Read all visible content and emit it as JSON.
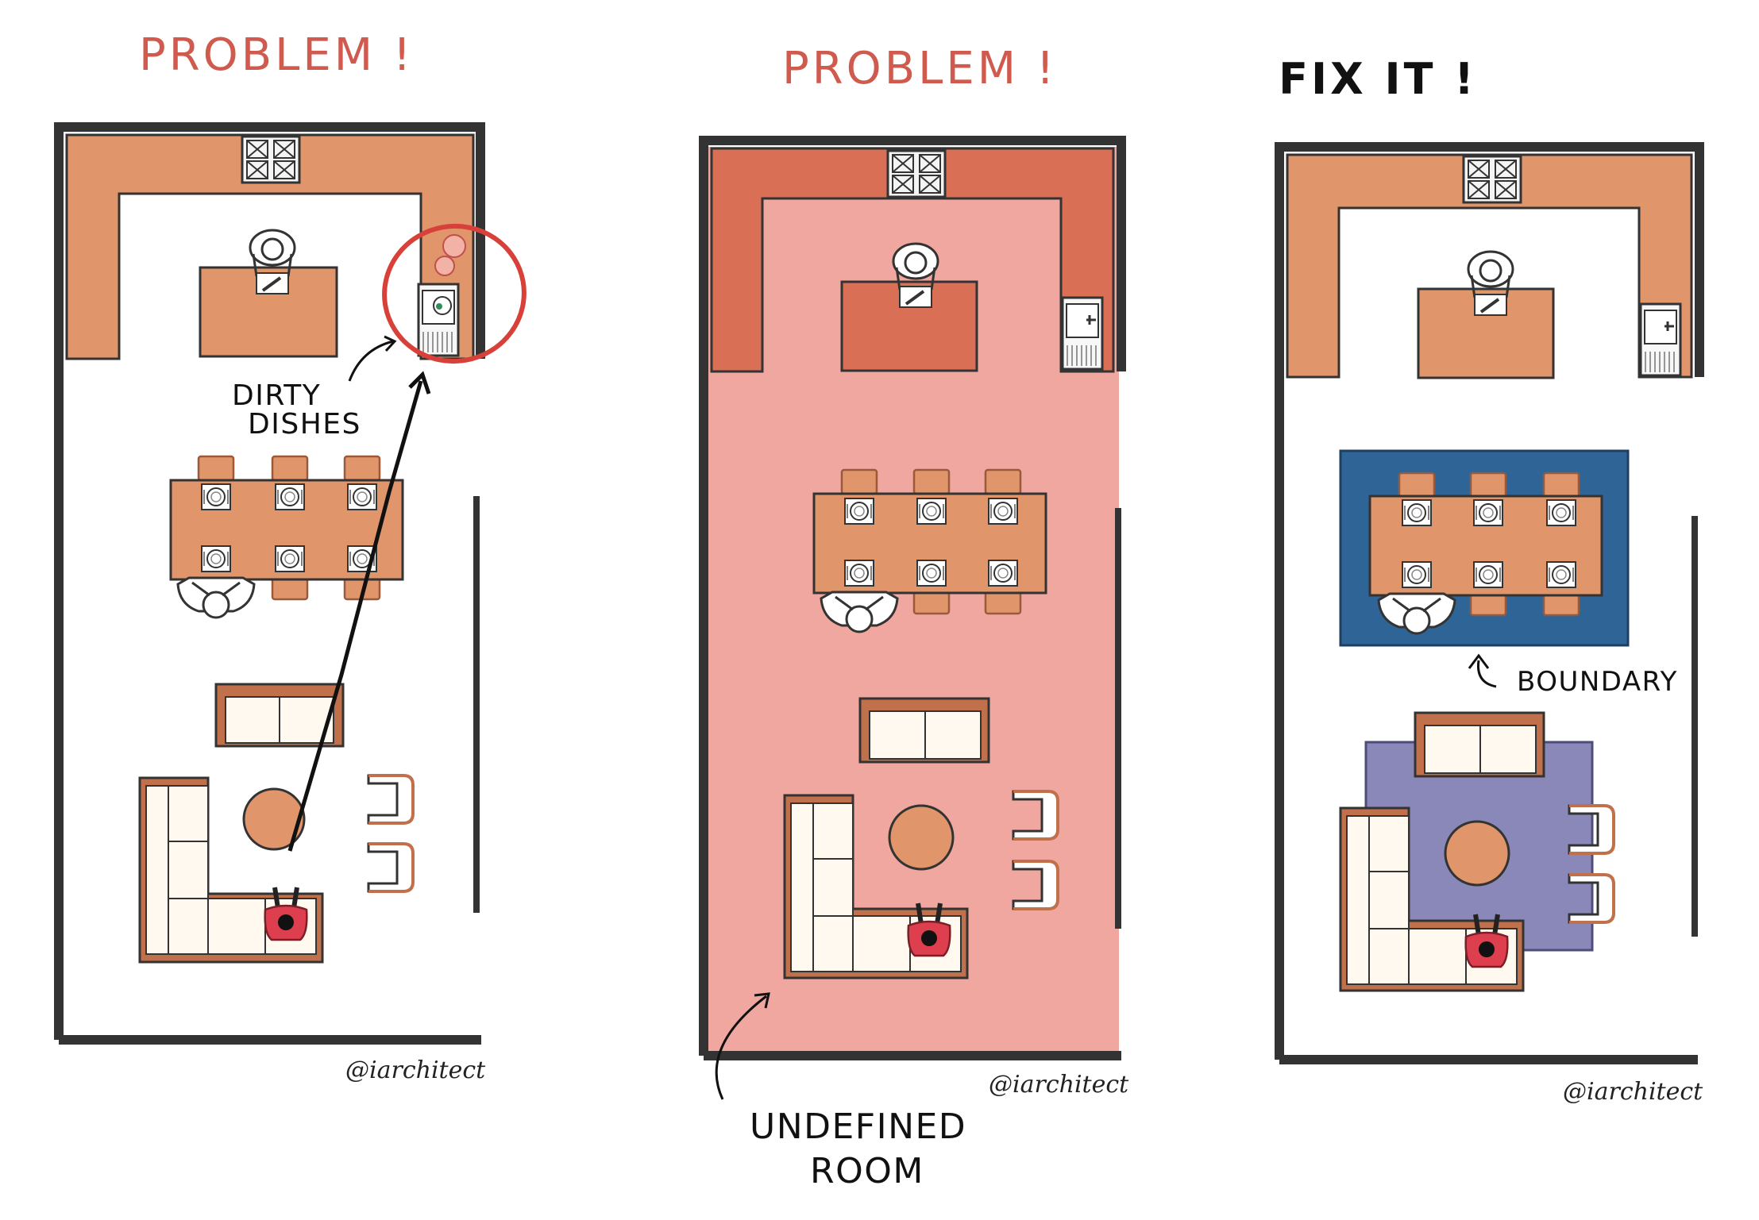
{
  "colors": {
    "counter": "#E0956A",
    "counter_dark": "#D96F55",
    "room_tint": "#F0A7A0",
    "wall": "#333333",
    "problem_text": "#CF5A4D",
    "fix_text": "#111111",
    "rug_blue": "#2F6596",
    "rug_purple": "#8A88B8",
    "sofa_frame": "#C0704A",
    "cushion": "#FFF9EF",
    "person_red": "#DD3F4E",
    "highlight_circle": "#D8413A"
  },
  "panels": [
    {
      "heading": "PROBLEM !",
      "state": "problem",
      "annotation": {
        "lines": [
          "DIRTY",
          "DISHES"
        ]
      },
      "credit": "@iarchitect"
    },
    {
      "heading": "PROBLEM !",
      "state": "problem",
      "annotation": {
        "lines": [
          "UNDEFINED",
          "ROOM"
        ]
      },
      "credit": "@iarchitect"
    },
    {
      "heading": "FIX IT !",
      "state": "fix",
      "annotation": {
        "lines": [
          "BOUNDARY"
        ]
      },
      "credit": "@iarchitect"
    }
  ]
}
